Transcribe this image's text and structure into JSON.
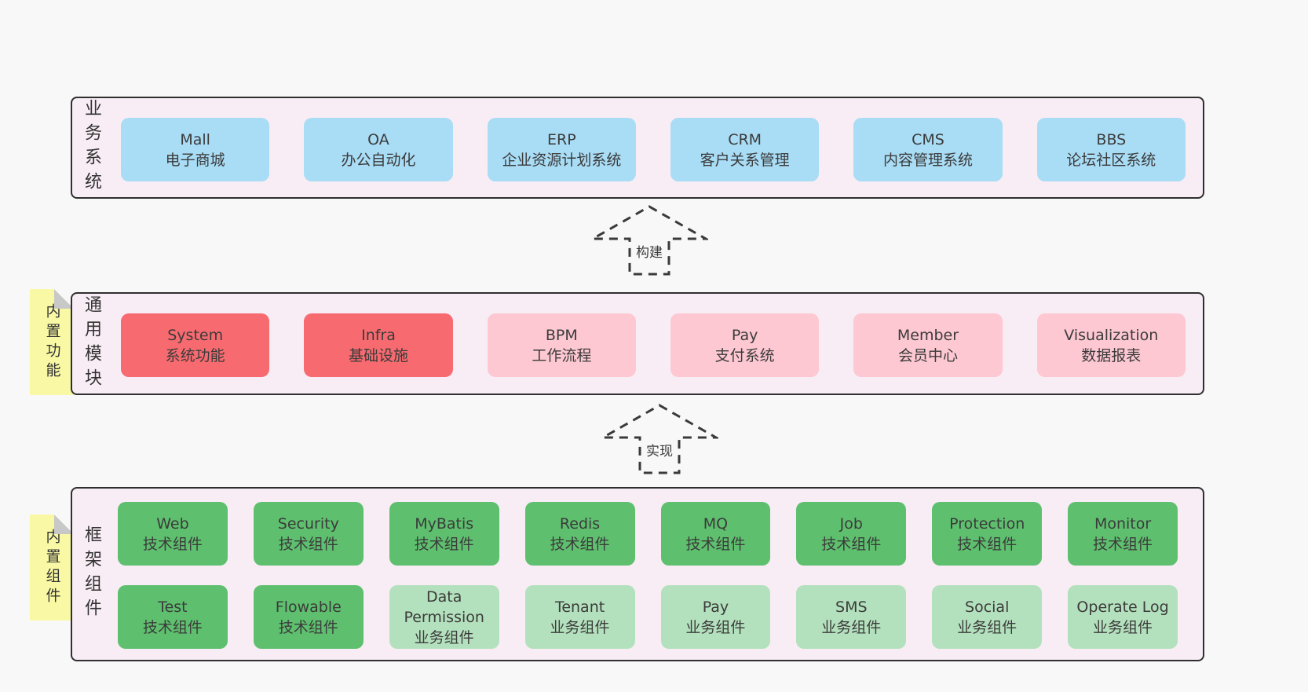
{
  "colors": {
    "page_background": "#f8f8f8",
    "layer_background": "#f8edf5",
    "layer_border": "#2f2f2f",
    "business_box": "#a9dcf5",
    "core_module_box": "#f76b70",
    "optional_module_box": "#fdc8d2",
    "tech_component_box": "#5ec06e",
    "biz_component_box": "#b4e1bd",
    "sticky_note": "#f9f9a5"
  },
  "layer1": {
    "label": "业务系统",
    "boxes": [
      {
        "name": "Mall",
        "sub": "电子商城"
      },
      {
        "name": "OA",
        "sub": "办公自动化"
      },
      {
        "name": "ERP",
        "sub": "企业资源计划系统"
      },
      {
        "name": "CRM",
        "sub": "客户关系管理"
      },
      {
        "name": "CMS",
        "sub": "内容管理系统"
      },
      {
        "name": "BBS",
        "sub": "论坛社区系统"
      }
    ]
  },
  "arrow1": {
    "label": "构建"
  },
  "layer2": {
    "label": "通用模块",
    "note": "内置功能",
    "boxes": [
      {
        "name": "System",
        "sub": "系统功能"
      },
      {
        "name": "Infra",
        "sub": "基础设施"
      },
      {
        "name": "BPM",
        "sub": "工作流程"
      },
      {
        "name": "Pay",
        "sub": "支付系统"
      },
      {
        "name": "Member",
        "sub": "会员中心"
      },
      {
        "name": "Visualization",
        "sub": "数据报表"
      }
    ]
  },
  "arrow2": {
    "label": "实现"
  },
  "layer3": {
    "label": "框架组件",
    "note": "内置组件",
    "row1": [
      {
        "name": "Web",
        "sub": "技术组件"
      },
      {
        "name": "Security",
        "sub": "技术组件"
      },
      {
        "name": "MyBatis",
        "sub": "技术组件"
      },
      {
        "name": "Redis",
        "sub": "技术组件"
      },
      {
        "name": "MQ",
        "sub": "技术组件"
      },
      {
        "name": "Job",
        "sub": "技术组件"
      },
      {
        "name": "Protection",
        "sub": "技术组件"
      },
      {
        "name": "Monitor",
        "sub": "技术组件"
      }
    ],
    "row2": [
      {
        "name": "Test",
        "sub": "技术组件"
      },
      {
        "name": "Flowable",
        "sub": "技术组件"
      },
      {
        "name": "Data Permission",
        "sub": "业务组件"
      },
      {
        "name": "Tenant",
        "sub": "业务组件"
      },
      {
        "name": "Pay",
        "sub": "业务组件"
      },
      {
        "name": "SMS",
        "sub": "业务组件"
      },
      {
        "name": "Social",
        "sub": "业务组件"
      },
      {
        "name": "Operate Log",
        "sub": "业务组件"
      }
    ]
  }
}
